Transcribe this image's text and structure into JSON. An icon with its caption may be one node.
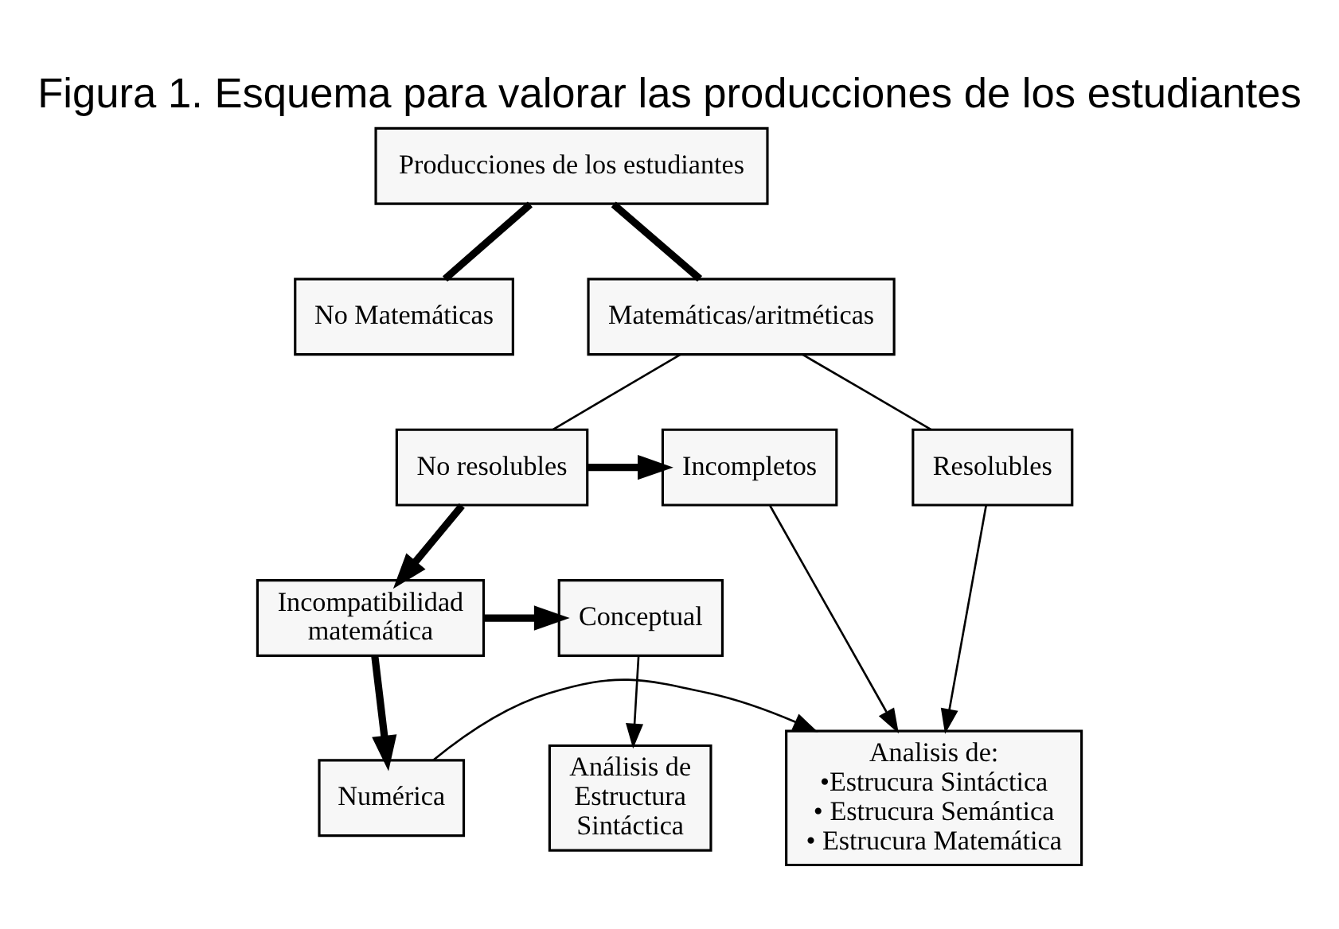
{
  "diagram": {
    "title": "Figura 1. Esquema para valorar las producciones de los estudiantes",
    "nodes": [
      {
        "text": [
          "Producciones de los estudiantes"
        ]
      },
      {
        "text": [
          "No Matemáticas"
        ]
      },
      {
        "text": [
          "Matemáticas/aritméticas"
        ]
      },
      {
        "text": [
          "No resolubles"
        ]
      },
      {
        "text": [
          "Incompletos"
        ]
      },
      {
        "text": [
          "Resolubles"
        ]
      },
      {
        "text": [
          "Incompatibilidad matemática"
        ]
      },
      {
        "text": [
          "Conceptual"
        ]
      },
      {
        "text": [
          "Análisis de Estructura Sintáctica"
        ]
      },
      {
        "text": [
          "Numérica"
        ]
      },
      {
        "text": [
          "Analisis de:",
          "•Estrucura Sintáctica",
          "• Estrucura Semántica",
          "• Estrucura Matemática"
        ]
      }
    ],
    "edges": [
      {
        "from": 0,
        "to": 1,
        "arrow": "none",
        "style": "thick"
      },
      {
        "from": 0,
        "to": 2,
        "arrow": "none",
        "style": "thick"
      },
      {
        "from": 2,
        "to": 3,
        "arrow": "none"
      },
      {
        "from": 2,
        "to": 5,
        "arrow": "none"
      },
      {
        "from": 3,
        "to": 4,
        "arrow": "to",
        "style": "thick"
      },
      {
        "from": 3,
        "to": 6,
        "arrow": "to",
        "style": "thick"
      },
      {
        "from": 6,
        "to": 7,
        "arrow": "to",
        "style": "thick"
      },
      {
        "from": 7,
        "to": 8,
        "arrow": "to"
      },
      {
        "from": 6,
        "to": 9,
        "arrow": "to",
        "style": "thick"
      },
      {
        "from": 9,
        "to": 10,
        "arrow": "to"
      },
      {
        "from": 4,
        "to": 10,
        "arrow": "to"
      },
      {
        "from": 5,
        "to": 10,
        "arrow": "to"
      }
    ]
  }
}
